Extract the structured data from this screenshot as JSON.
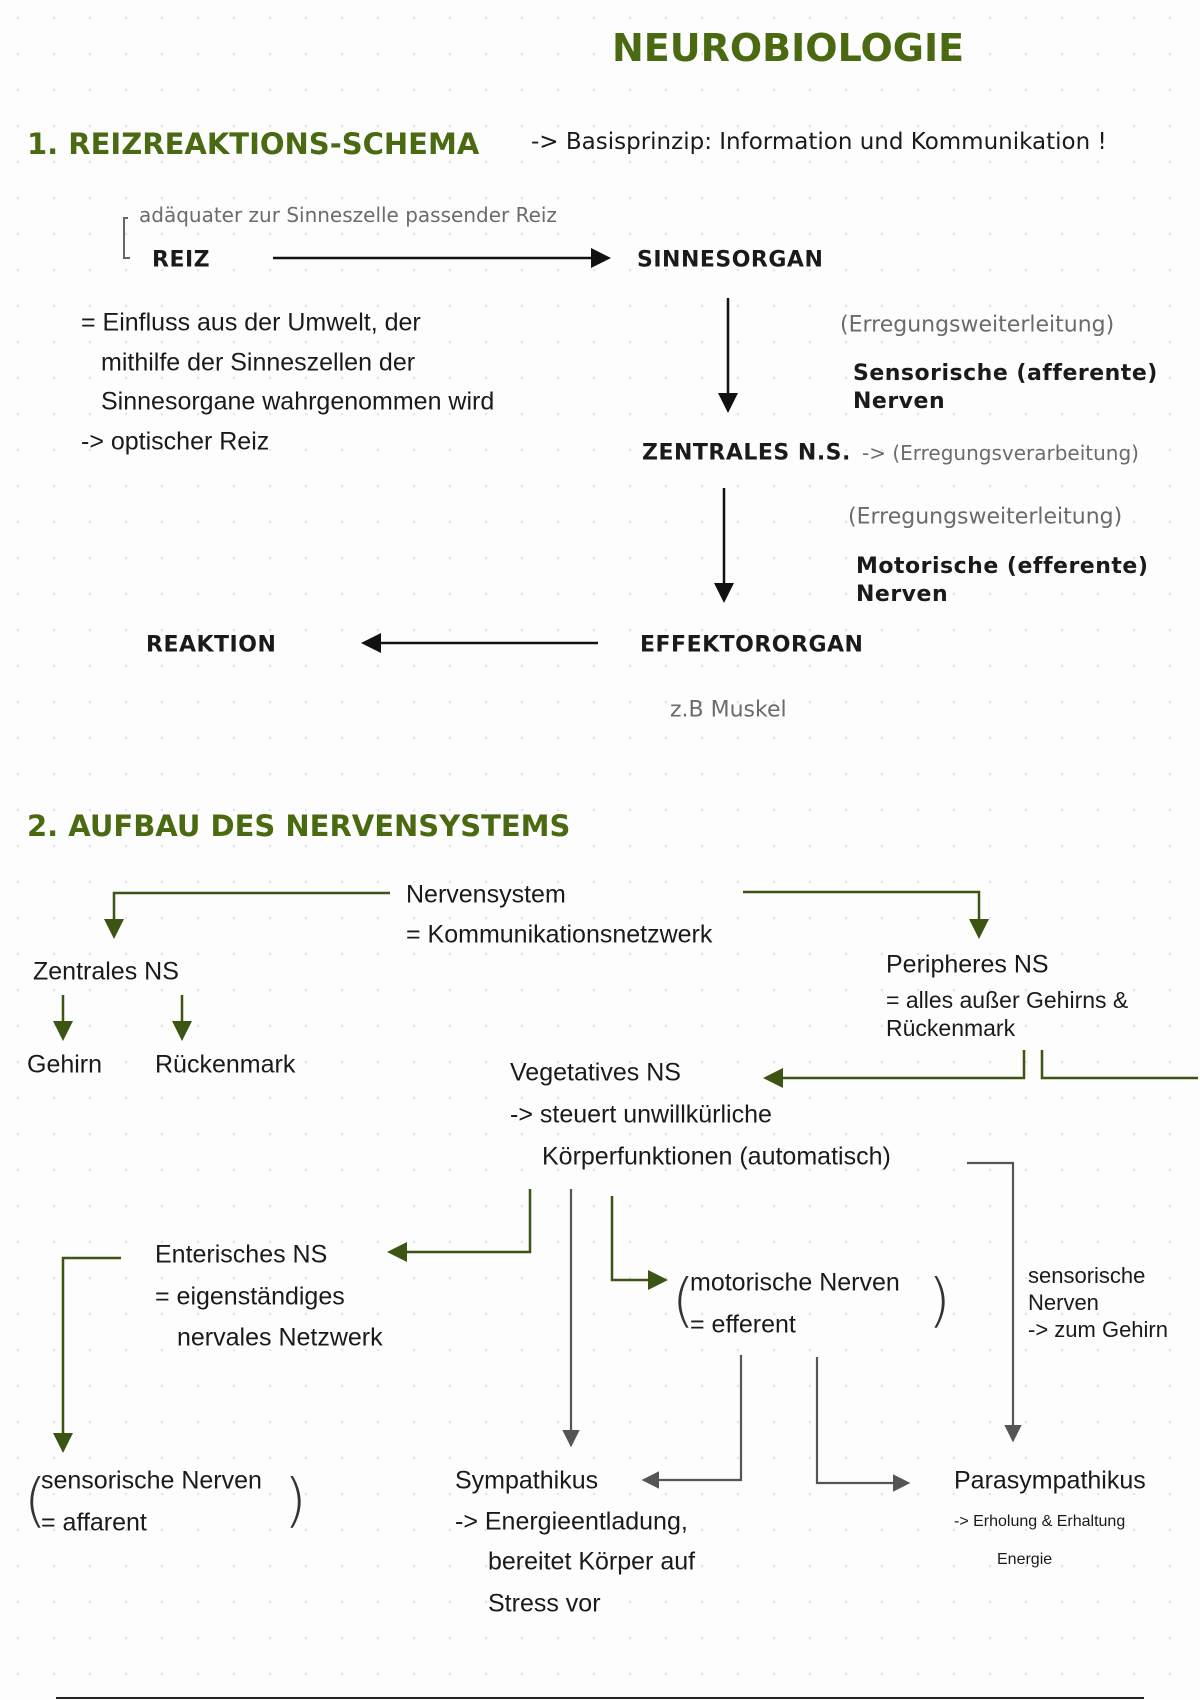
{
  "title": "NEUROBIOLOGIE",
  "section1": {
    "heading": "1. REIZREAKTIONS-SCHEMA",
    "principle": "-> Basisprinzip: Information und Kommunikation !",
    "adequate_note": "adäquater zur Sinneszelle passender Reiz",
    "reiz": "REIZ",
    "sinnesorgan": "SINNESORGAN",
    "definition": [
      "= Einfluss aus der Umwelt, der",
      "mithilfe der Sinneszellen der",
      "Sinnesorgane wahrgenommen wird",
      "-> optischer Reiz"
    ],
    "weiterleitung1": "(Erregungsweiterleitung)",
    "sensorische": "Sensorische (afferente) Nerven",
    "zentrales": "ZENTRALES N.S.",
    "verarbeitung": "-> (Erregungsverarbeitung)",
    "weiterleitung2": "(Erregungsweiterleitung)",
    "motorische": "Motorische (efferente) Nerven",
    "reaktion": "REAKTION",
    "effektororgan": "EFFEKTORORGAN",
    "example": "z.B Muskel"
  },
  "section2": {
    "heading": "2. AUFBAU DES NERVENSYSTEMS",
    "nervensystem": "Nervensystem",
    "nervensystem_def": "= Kommunikationsnetzwerk",
    "zentrales": "Zentrales NS",
    "gehirn": "Gehirn",
    "rueckenmark": "Rückenmark",
    "peripheres": "Peripheres NS",
    "peripheres_def": "= alles außer Gehirns & Rückenmark",
    "vegetatives": "Vegetatives NS",
    "vegetatives_def1": "-> steuert unwillkürliche",
    "vegetatives_def2": "Körperfunktionen (automatisch)",
    "enterisches": "Enterisches NS",
    "enterisches_def1": "= eigenständiges",
    "enterisches_def2": "nervales Netzwerk",
    "motorische_nerven": "motorische Nerven",
    "efferent": "= efferent",
    "sensorische_right1": "sensorische Nerven",
    "sensorische_right2": "-> zum Gehirn",
    "sensorische_nerven": "sensorische Nerven",
    "affarent": "= affarent",
    "sympathikus": "Sympathikus",
    "sympathikus_def": [
      "-> Energieentladung,",
      "bereitet Körper auf",
      "Stress vor"
    ],
    "parasympathikus": "Parasympathikus",
    "parasympathikus_def": [
      "-> Erholung & Erhaltung",
      "Energie"
    ]
  },
  "colors": {
    "accent": "#4a6a12",
    "arrow_green": "#3d5512",
    "arrow_grey": "#555555"
  }
}
